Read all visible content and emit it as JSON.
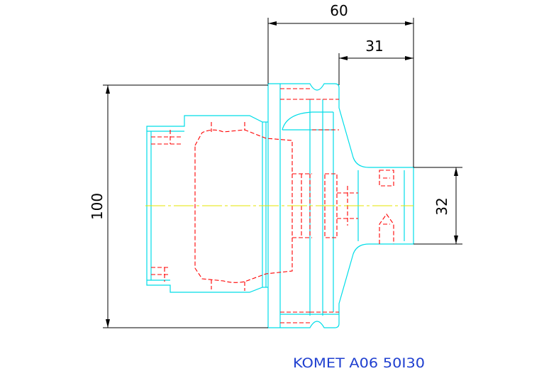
{
  "drawing": {
    "title": "KOMET A06 50I30",
    "dimensions": {
      "top_outer": "60",
      "top_inner": "31",
      "left": "100",
      "right": "32"
    }
  },
  "colors": {
    "outline": "#00dde8",
    "hidden": "#ff0000",
    "center": "#e6e600",
    "dimension": "#000000",
    "title": "#2040d0",
    "background": "#ffffff"
  }
}
